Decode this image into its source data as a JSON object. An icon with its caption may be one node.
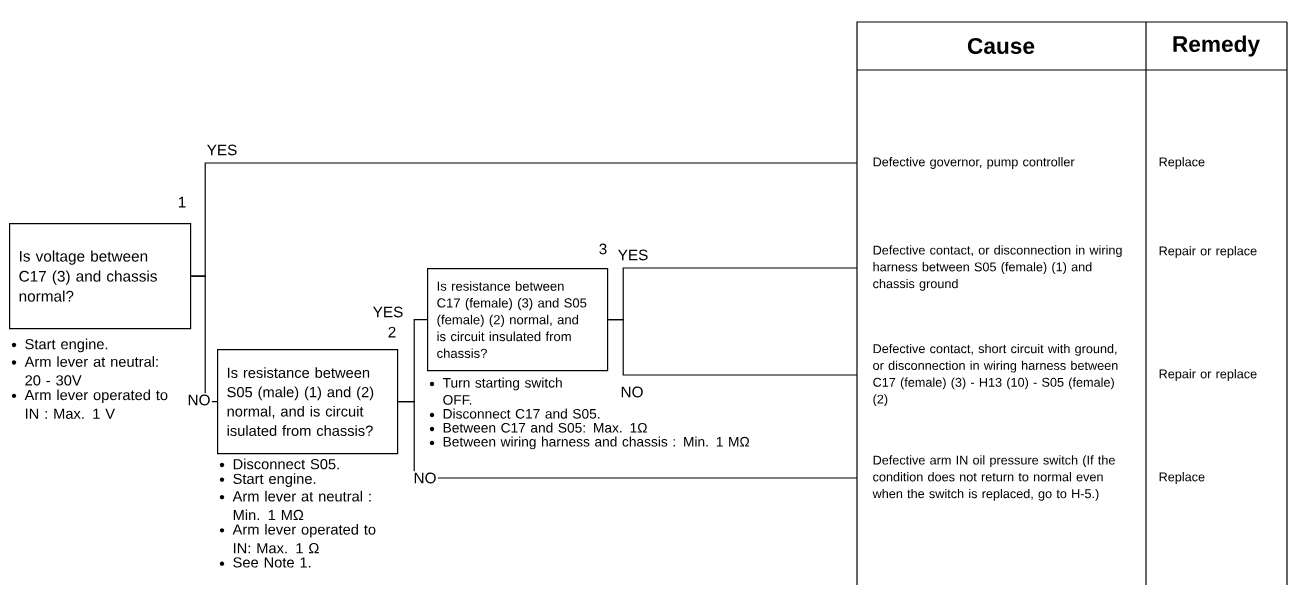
{
  "diagram": {
    "nodes": [
      {
        "text": [
          "Is voltage between C17 (3) and chassis normal?"
        ],
        "beside": [
          "1",
          "Start engine.",
          "Arm lever at neutral: 20 - 30V",
          "Arm lever operated to IN : Max. 1 V"
        ]
      },
      {
        "text": [
          "Is resistance between S05 (male) (1) and (2) normal, and is circuit isulated from chassis?"
        ],
        "beside": [
          "2",
          "Disconnect S05.",
          "Start engine.",
          "Arm lever at neutral : Min. 1 MΩ",
          "Arm lever operated to IN: Max. 1 Ω",
          "See Note 1."
        ]
      },
      {
        "text": [
          "Is resistance between C17 (female) (3) and S05 (female) (2) normal, and is circuit insulated from chassis?"
        ],
        "beside": [
          "3",
          "Turn starting switch OFF.",
          "Disconnect C17 and S05.",
          "Between C17 and S05: Max. 1Ω",
          "Between wiring harness and chassis : Min. 1 MΩ"
        ]
      },
      {
        "text": [
          "Defective governor, pump controller"
        ]
      },
      {
        "text": [
          "Defective contact, or disconnection in wiring harness between S05 (female) (1) and chassis ground"
        ]
      },
      {
        "text": [
          "Defective contact, short circuit with ground, or disconnection in wiring harness between C17 (female) (3) - H13 (10) - S05 (female) (2)"
        ]
      },
      {
        "text": [
          "Defective arm IN oil pressure switch (If the condition does not return to normal even when the switch is replaced, go to H-5.)"
        ]
      }
    ],
    "edges": [
      {
        "from": 0,
        "to": 3,
        "arrow": "none",
        "label": "YES"
      },
      {
        "from": 0,
        "to": 1,
        "arrow": "none",
        "label": "NO"
      },
      {
        "from": 1,
        "to": 2,
        "arrow": "none",
        "label": "YES"
      },
      {
        "from": 1,
        "to": 6,
        "arrow": "none",
        "label": "NO"
      },
      {
        "from": 2,
        "to": 4,
        "arrow": "none",
        "label": "YES"
      },
      {
        "from": 2,
        "to": 5,
        "arrow": "none",
        "label": "NO"
      }
    ],
    "labels": [
      "Cause",
      "Remedy",
      "Replace",
      "Repair or replace",
      "Repair or replace",
      "Replace"
    ]
  }
}
